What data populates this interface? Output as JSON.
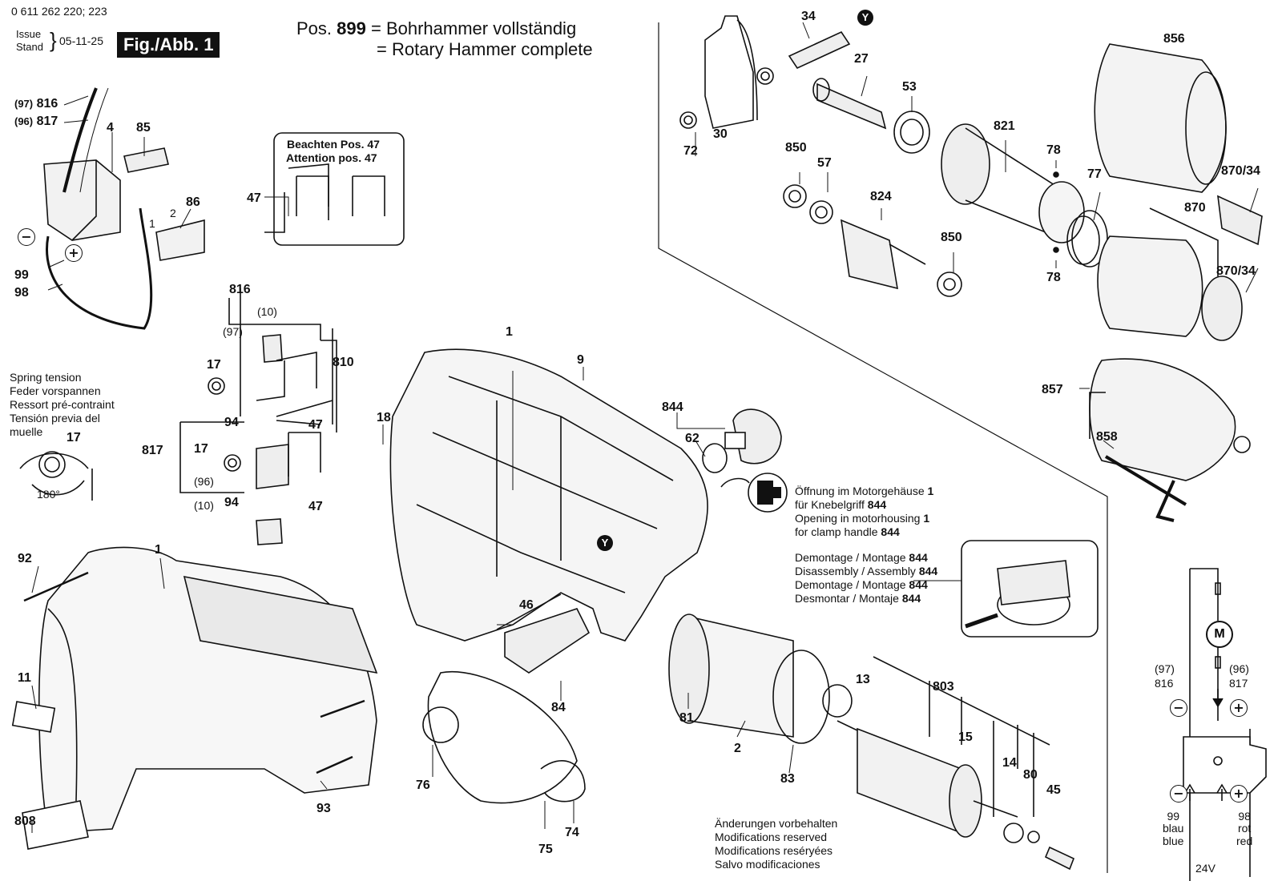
{
  "header": {
    "model_number": "0 611 262 220; 223",
    "issue_label": "Issue",
    "stand_label": "Stand",
    "brace": "}",
    "date": "05-11-25",
    "figure": "Fig./Abb. 1",
    "pos_prefix": "Pos.",
    "pos_number": "899",
    "title_de": "= Bohrhammer vollständig",
    "title_en": "= Rotary Hammer complete"
  },
  "notes": {
    "attention_de": "Beachten Pos. 47",
    "attention_en": "Attention pos. 47",
    "spring": [
      "Spring tension",
      "Feder vorspannen",
      "Ressort pré-contraint",
      "Tensión previa del",
      "muelle"
    ],
    "angle": "180°",
    "opening": [
      {
        "text": "Öffnung im Motorgehäuse",
        "ref": "1"
      },
      {
        "text": "für Knebelgriff",
        "ref": "844"
      },
      {
        "text": "Opening in motorhousing",
        "ref": "1"
      },
      {
        "text": "for clamp handle",
        "ref": "844"
      }
    ],
    "assembly": [
      {
        "text": "Demontage / Montage",
        "ref": "844"
      },
      {
        "text": "Disassembly / Assembly",
        "ref": "844"
      },
      {
        "text": "Demontage / Montage",
        "ref": "844"
      },
      {
        "text": "Desmontar / Montaje",
        "ref": "844"
      }
    ],
    "modifications": [
      "Änderungen vorbehalten",
      "Modifications reserved",
      "Modifications reséryées",
      "Salvo modificaciones"
    ]
  },
  "wiring": {
    "left_ref": "(97)",
    "left_part": "816",
    "right_ref": "(96)",
    "right_part": "817",
    "left_wire": "99",
    "left_color_de": "blau",
    "left_color_en": "blue",
    "right_wire": "98",
    "right_color_de": "rot",
    "right_color_en": "red",
    "voltage": "24V",
    "motor": "M"
  },
  "symbols": {
    "minus": "−",
    "plus": "+",
    "ref_marker": "Y"
  },
  "parts": {
    "p816a_ref": "(97)",
    "p816a": "816",
    "p817a_ref": "(96)",
    "p817a": "817",
    "p4": "4",
    "p85": "85",
    "p86": "86",
    "p1_small": "1",
    "p2_small": "2",
    "p99": "99",
    "p98": "98",
    "p47a": "47",
    "p816": "816",
    "p10a": "(10)",
    "p97": "(97)",
    "p810": "810",
    "p17a": "17",
    "p94a": "94",
    "p47b": "47",
    "p817": "817",
    "p17b": "17",
    "p96": "(96)",
    "p94b": "94",
    "p47c": "47",
    "p10b": "(10)",
    "p17c": "17",
    "p92": "92",
    "p1a": "1",
    "p11": "11",
    "p93": "93",
    "p808": "808",
    "p1b": "1",
    "p9": "9",
    "p18": "18",
    "p46": "46",
    "p84": "84",
    "p76": "76",
    "p75": "75",
    "p74": "74",
    "p844": "844",
    "p62": "62",
    "p81": "81",
    "p2": "2",
    "p83": "83",
    "p13": "13",
    "p803": "803",
    "p15": "15",
    "p14": "14",
    "p80": "80",
    "p45": "45",
    "p34": "34",
    "p27": "27",
    "p53": "53",
    "p72": "72",
    "p30": "30",
    "p850a": "850",
    "p57": "57",
    "p824": "824",
    "p850b": "850",
    "p821": "821",
    "p78a": "78",
    "p78b": "78",
    "p77": "77",
    "p856": "856",
    "p870_34a": "870/34",
    "p870": "870",
    "p870_34b": "870/34",
    "p857": "857",
    "p858": "858"
  }
}
